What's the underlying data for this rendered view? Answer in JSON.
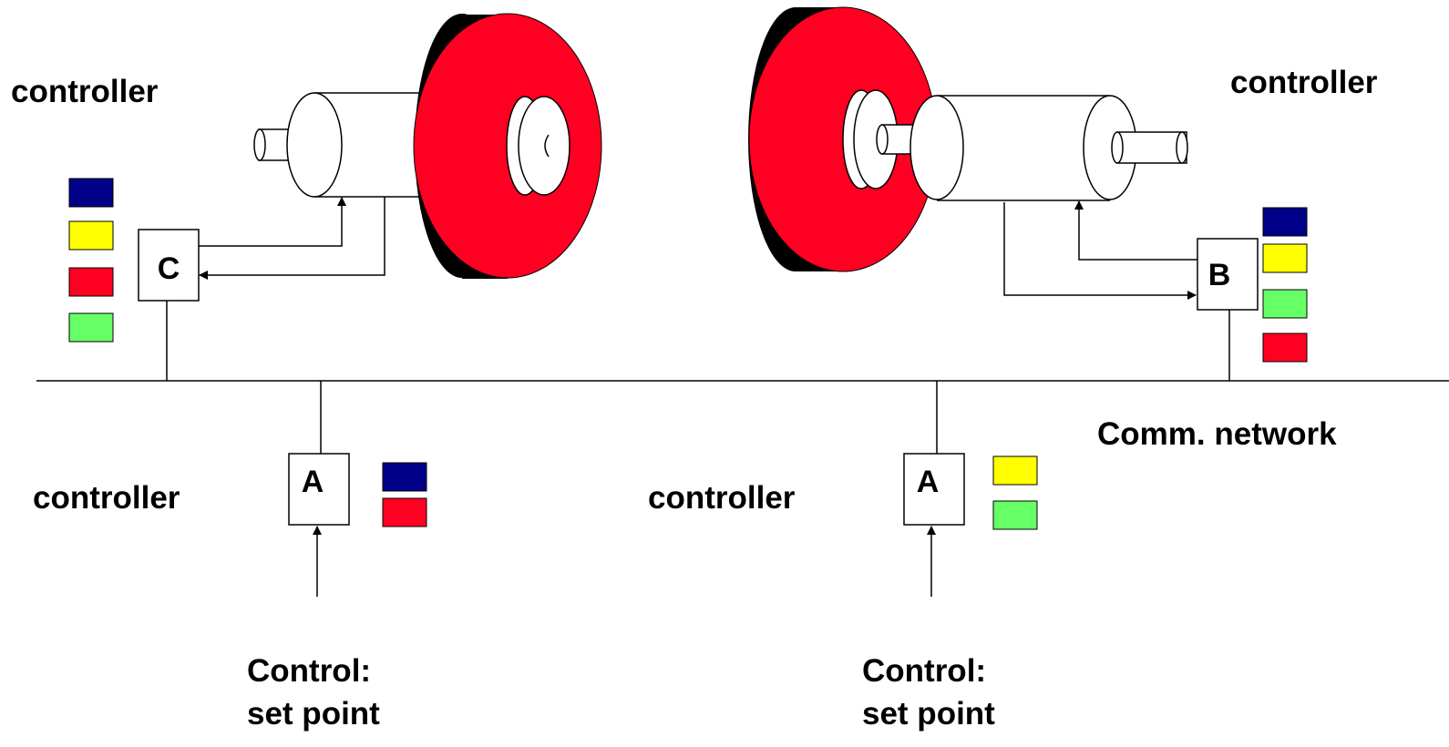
{
  "labels": {
    "controller_top_left": "controller",
    "controller_top_right": "controller",
    "controller_bottom_left": "controller",
    "controller_bottom_mid": "controller",
    "network": "Comm. network",
    "control_left_1": "Control:",
    "control_left_2": "set point",
    "control_right_1": "Control:",
    "control_right_2": "set point"
  },
  "nodes": {
    "c": "C",
    "b": "B",
    "a_left": "A",
    "a_right": "A"
  },
  "colors": {
    "wheel_red": "#ff0022",
    "wheel_black": "#000000",
    "blue": "#000088",
    "yellow": "#ffff00",
    "red": "#ff0022",
    "green": "#66ff66"
  },
  "color_stacks": {
    "c": [
      "blue",
      "yellow",
      "red",
      "green"
    ],
    "b": [
      "blue",
      "yellow",
      "green",
      "red"
    ],
    "a_left": [
      "blue",
      "red"
    ],
    "a_right": [
      "yellow",
      "green"
    ]
  }
}
